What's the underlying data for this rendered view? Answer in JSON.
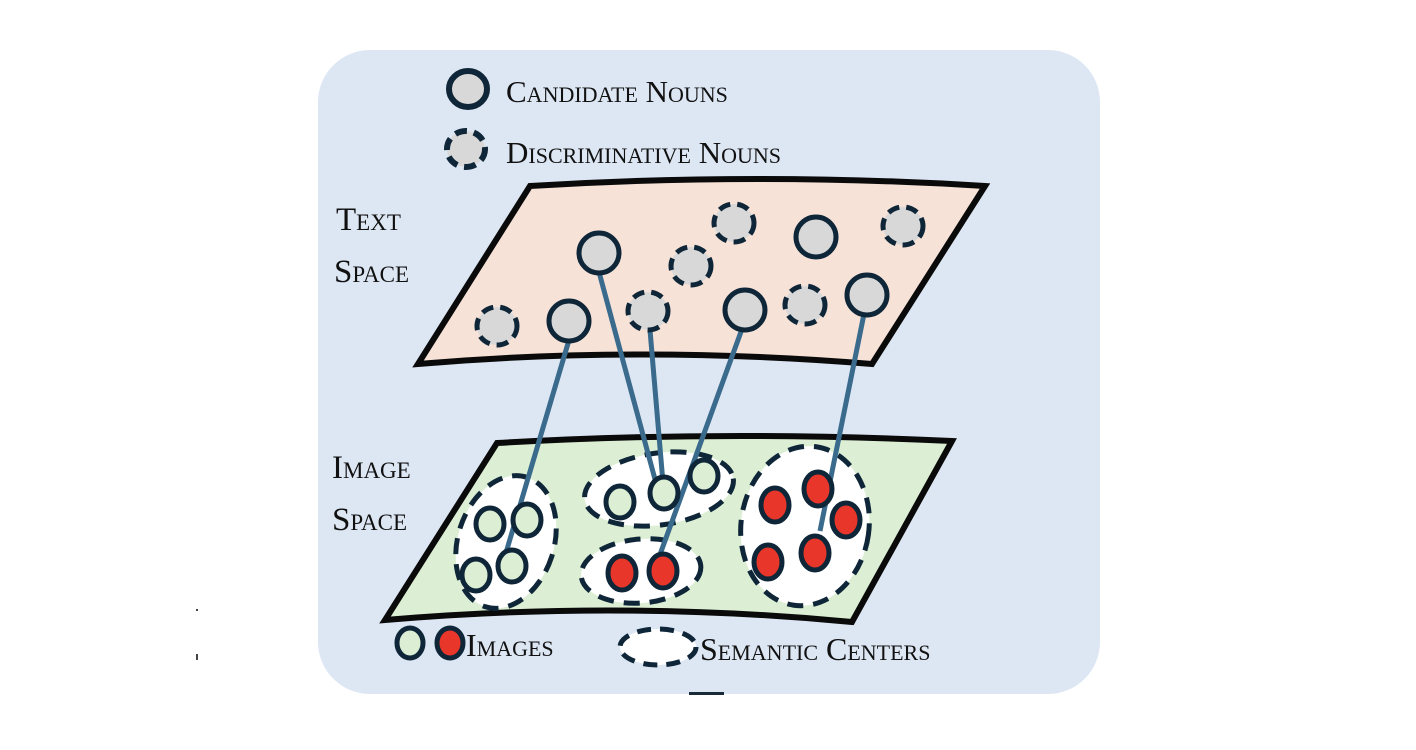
{
  "legend": {
    "candidate_nouns": "Candidate Nouns",
    "discriminative_nouns": "Discriminative Nouns",
    "images": "Images",
    "semantic_centers": "Semantic Centers"
  },
  "planes": {
    "text_space": [
      "Text",
      "Space"
    ],
    "image_space": [
      "Image",
      "Space"
    ]
  },
  "colors": {
    "panel_bg": "#dde7f4",
    "text_plane": "#f7e2d8",
    "image_plane": "#dcefd4",
    "noun_fill": "#d8d8d8",
    "outline": "#0e2638",
    "link_line": "#3a6a8c",
    "image_red": "#e8362a",
    "image_green": "#dcefd4"
  },
  "text_nodes": [
    {
      "id": "t1",
      "type": "candidate"
    },
    {
      "id": "t2",
      "type": "discriminative"
    },
    {
      "id": "t3",
      "type": "candidate"
    },
    {
      "id": "t4",
      "type": "discriminative"
    },
    {
      "id": "t5",
      "type": "discriminative"
    },
    {
      "id": "t6",
      "type": "candidate"
    },
    {
      "id": "t7",
      "type": "discriminative"
    },
    {
      "id": "t8",
      "type": "candidate"
    },
    {
      "id": "t9",
      "type": "discriminative"
    },
    {
      "id": "t10",
      "type": "candidate"
    },
    {
      "id": "t11",
      "type": "discriminative"
    },
    {
      "id": "t12",
      "type": "candidate"
    }
  ],
  "clusters": [
    {
      "id": "c1",
      "image_color": "green",
      "count": 4
    },
    {
      "id": "c2",
      "image_color": "green",
      "count": 3
    },
    {
      "id": "c3",
      "image_color": "red",
      "count": 2
    },
    {
      "id": "c4",
      "image_color": "red",
      "count": 5
    }
  ]
}
